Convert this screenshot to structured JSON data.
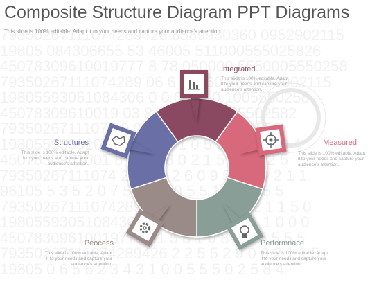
{
  "title": "Composite Structure Diagram PPT Diagrams",
  "subtitle": "This slide is 100% editable. Adapt it to your needs and capture your audience's attention.",
  "segments": [
    {
      "label": "Integrated",
      "desc": "This slide is 100% editable. Adapt it to your needs and capture your audience's attention.",
      "color": "#8a4a60",
      "icon": "bar-chart-icon"
    },
    {
      "label": "Measured",
      "desc": "This slide is 100% editable. Adapt it to your needs and capture your audience's attention.",
      "color": "#d8697c",
      "icon": "target-icon"
    },
    {
      "label": "Performnace",
      "desc": "This slide is 100% editable. Adapt it to your needs and capture your audience's attention.",
      "color": "#8a9e98",
      "icon": "lightbulb-gear-icon"
    },
    {
      "label": "Peocess",
      "desc": "This slide is 100% editable. Adapt it to your needs and capture your audience's attention.",
      "color": "#9a8a88",
      "icon": "gear-icon"
    },
    {
      "label": "Structures",
      "desc": "This slide is 100% editable. Adapt it to your needs and capture your audience's attention.",
      "color": "#6a6fa6",
      "icon": "handshake-icon"
    }
  ],
  "background_text": "79350267111074289426 6589930360 0952902115\n19805 084306655 53 46005 511000555025826\n45078309610019777 8 78 050000 5550005550258\n79350267111074289 06 6 3 6 60 26 0952902115\n19805593051084306 0 0 0 5 1 0 1005550258\n45078309610019 03 8 0 13 0 1 0 55502582\n79350267111074 0 0 8 0 5 0 2 1 6550258\n1980559305108 4 3 7 1 5 1 0 5 3 5 0 2 5 8 4\n4507830961001 8 8 9 1 8 0 2 1 5 5 5 0 2 5\n79350267111074 2 5 9 4 2 6 0 9 5 2 9 0 2 1 1\n96105 5 3 5 2 0 7 5 1 6 9 0 5 5 1 6 6 0 5 5\n79350267111074289 260 0 9 5 0 2 9 2 1 1 5 0\n19805593051084306655 3 2 3 8 5 1 1 1 0 0 0\n45078309610019777 01 5 8 1 0 8 8 0 5 5 5 5\n79350267111074289426 2 2 5 5 2 9 0 0 2 1 1 5\n19805 0 6 5 5 2 3 4 3 1 0 0 5 5 5 0 2 5 8 4"
}
